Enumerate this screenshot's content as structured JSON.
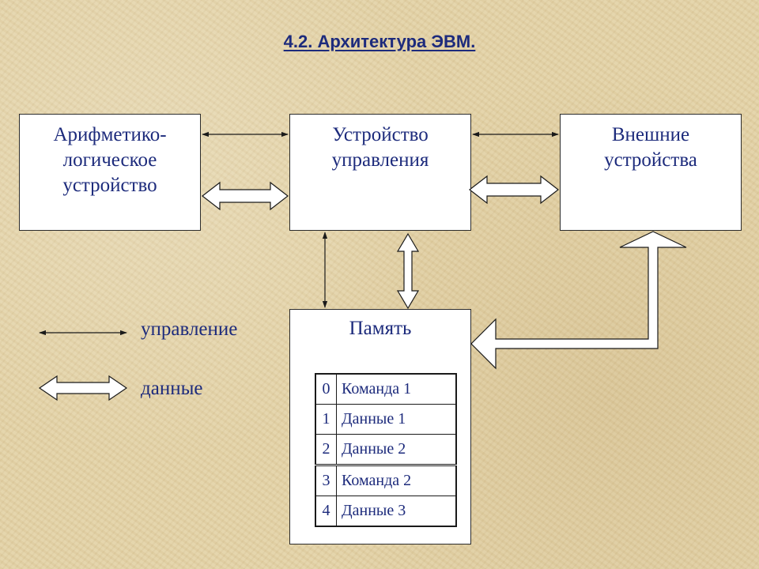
{
  "title": "4.2. Архитектура ЭВМ.",
  "blocks": {
    "alu": "Арифметико-\nлогическое\nустройство",
    "control_unit": "Устройство\nуправления",
    "external": "Внешние\nустройства",
    "memory": "Память"
  },
  "memory_cells": [
    {
      "address": "0",
      "content": "Команда 1"
    },
    {
      "address": "1",
      "content": "Данные 1"
    },
    {
      "address": "2",
      "content": "Данные 2"
    },
    {
      "address": "3",
      "content": "Команда 2"
    },
    {
      "address": "4",
      "content": "Данные 3"
    }
  ],
  "legend": {
    "control": "управление",
    "data": "данные"
  },
  "colors": {
    "text": "#1d2b7c",
    "line": "#1a1a1a",
    "background": "#e3d2a6"
  }
}
